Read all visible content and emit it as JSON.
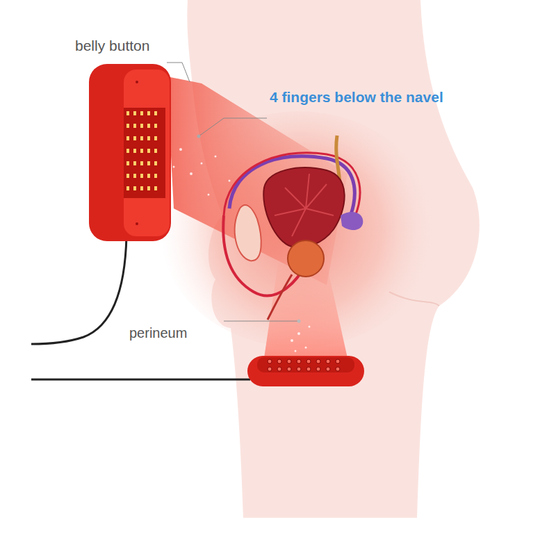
{
  "diagram": {
    "labels": [
      "belly button",
      "4 fingers below the navel",
      "perineum"
    ]
  }
}
